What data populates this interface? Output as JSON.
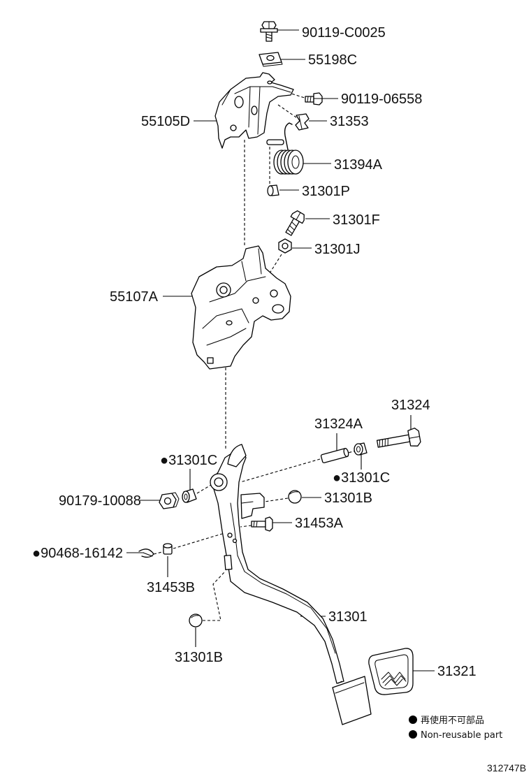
{
  "diagram": {
    "callouts": [
      "90119-C0025",
      "55198C",
      "90119-06558",
      "55105D",
      "31353",
      "31394A",
      "31301P",
      "31301F",
      "31301J",
      "55107A",
      "31324",
      "31324A",
      "●31301C",
      "●31301C",
      "90179-10088",
      "31301B",
      "31453A",
      "●90468-16142",
      "31453B",
      "31301",
      "31301B",
      "31321"
    ],
    "legend": [
      {
        "text": "再使用不可部品"
      },
      {
        "text": "Non-reusable part"
      }
    ],
    "figure_number": "312747B"
  }
}
